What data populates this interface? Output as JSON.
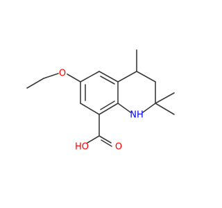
{
  "molecule": {
    "atoms": {
      "ether_oxygen": {
        "symbol": "O",
        "color": "#ff0000"
      },
      "amine_nitrogen": {
        "symbol": "NH",
        "color": "#0000ff"
      },
      "carbonyl_oxygen": {
        "symbol": "O",
        "color": "#ff0000"
      },
      "hydroxyl": {
        "symbol": "HO",
        "color": "#ff0000"
      }
    },
    "bond_color": "#3a3a3a"
  }
}
